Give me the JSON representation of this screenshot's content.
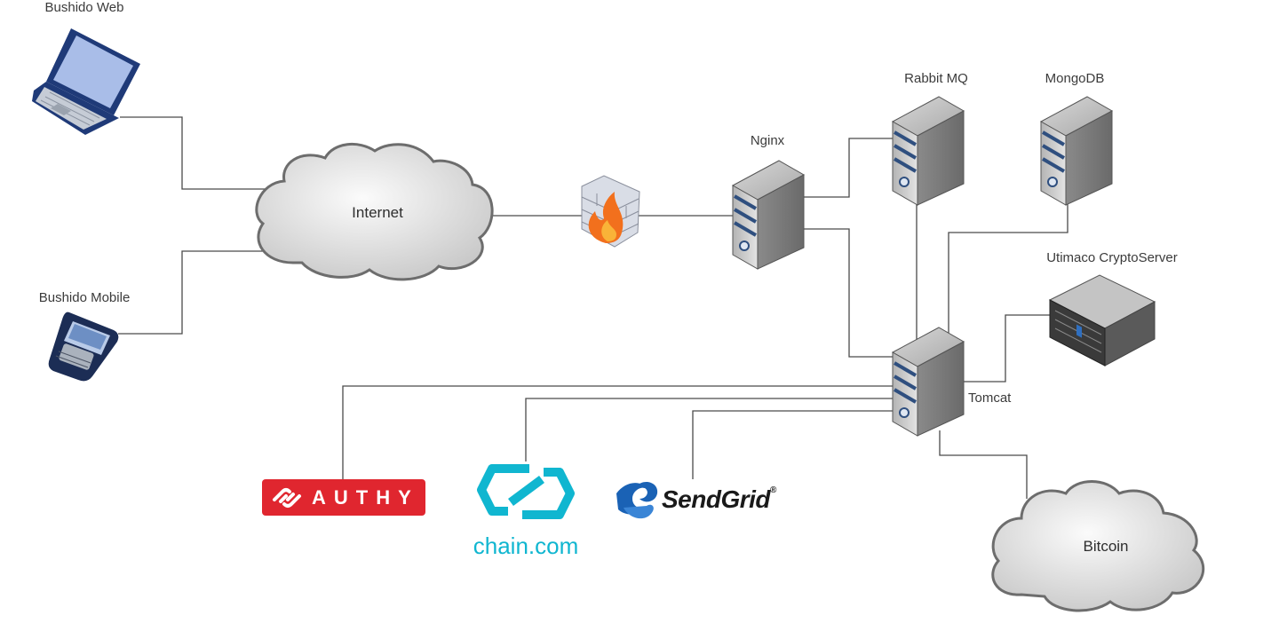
{
  "nodes": {
    "bushido_web": "Bushido Web",
    "bushido_mobile": "Bushido Mobile",
    "internet": "Internet",
    "nginx": "Nginx",
    "rabbit_mq": "Rabbit MQ",
    "mongodb": "MongoDB",
    "utimaco": "Utimaco CryptoServer",
    "tomcat": "Tomcat",
    "bitcoin": "Bitcoin"
  },
  "logos": {
    "authy": "AUTHY",
    "chain": "chain.com",
    "sendgrid": "SendGrid",
    "sendgrid_mark": "®"
  },
  "colors": {
    "connector": "#4a4a4a",
    "cloud_stroke": "#6d6d6d",
    "server_body": "#8e8e8e",
    "server_stripe": "#2f4f7f",
    "laptop_screen": "#a9bde8",
    "laptop_frame": "#1f3a78",
    "authy": "#e0262f",
    "chain": "#10b6d0",
    "sendgrid": "#1a62b5",
    "firewall_flame": "#f2701d"
  },
  "icons": {
    "laptop": "laptop-icon",
    "phone": "phone-icon",
    "firewall": "firewall-icon",
    "server": "server-icon",
    "rack": "rack-server-icon",
    "cloud": "cloud-icon"
  }
}
